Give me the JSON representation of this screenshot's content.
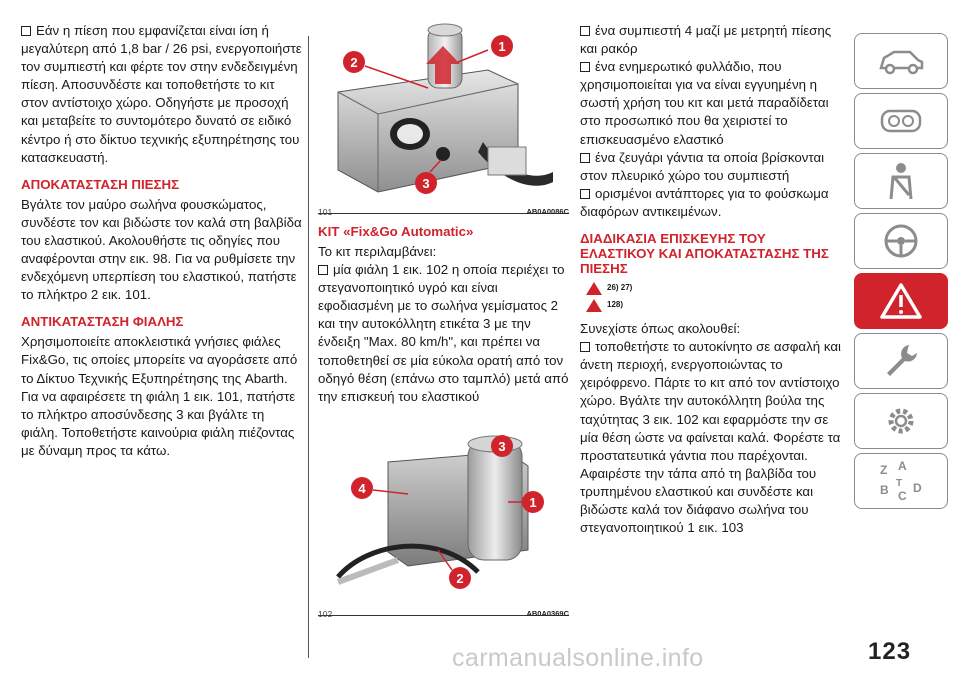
{
  "col1": {
    "intro": "Εάν η πίεση που εμφανίζεται είναι ίση ή μεγαλύτερη από 1,8 bar / 26 psi, ενεργοποιήστε τον συμπιεστή και φέρτε τον στην ενδεδειγμένη πίεση. Αποσυνδέστε και τοποθετήστε το κιτ στον αντίστοιχο χώρο. Οδηγήστε με προσοχή και μεταβείτε το συντομότερο δυνατό σε ειδικό κέντρο ή στο δίκτυο τεχνικής εξυπηρέτησης του κατασκευαστή.",
    "heading_pressure": "ΑΠΟΚΑΤΑΣΤΑΣΗ ΠΙΕΣΗΣ",
    "pressure_text": "Βγάλτε τον μαύρο σωλήνα φουσκώματος, συνδέστε τον και βιδώστε τον καλά στη βαλβίδα του ελαστικού. Ακολουθήστε τις οδηγίες που αναφέρονται στην εικ. 98. Για να ρυθμίσετε την ενδεχόμενη υπερπίεση του ελαστικού, πατήστε το πλήκτρο 2 εικ. 101.",
    "heading_cartridge": "ΑΝΤΙΚΑΤΑΣΤΑΣΗ ΦΙΑΛΗΣ",
    "cartridge_text": "Χρησιμοποιείτε αποκλειστικά γνήσιες φιάλες Fix&Go, τις οποίες μπορείτε να αγοράσετε από το Δίκτυο Τεχνικής Εξυπηρέτησης της Abarth. Για να αφαιρέσετε τη φιάλη 1 εικ. 101, πατήστε το πλήκτρο αποσύνδεσης 3 και βγάλτε τη φιάλη. Τοποθετήστε καινούρια φιάλη πιέζοντας με δύναμη προς τα κάτω."
  },
  "col2": {
    "fig1": {
      "number": "101",
      "code": "AB0A0086C",
      "callouts": [
        "1",
        "2",
        "3"
      ]
    },
    "heading_kit": "ΚΙΤ «Fix&Go Automatic»",
    "kit_intro": "Το κιτ περιλαμβάνει:",
    "kit_item1": "μία φιάλη 1 εικ. 102 η οποία περιέχει το στεγανοποιητικό υγρό και είναι εφοδιασμένη με το σωλήνα γεμίσματος 2 και την αυτοκόλλητη ετικέτα 3 με την ένδειξη \"Max. 80 km/h\", και πρέπει να τοποθετηθεί σε μία εύκολα ορατή από τον οδηγό θέση (επάνω στο ταμπλό) μετά από την επισκευή του ελαστικού",
    "fig2": {
      "number": "102",
      "code": "AB0A0369C",
      "callouts": [
        "1",
        "2",
        "3",
        "4"
      ]
    }
  },
  "col3": {
    "item2": "ένα συμπιεστή 4 μαζί με μετρητή πίεσης και ρακόρ",
    "item3": "ένα ενημερωτικό φυλλάδιο, που χρησιμοποιείται για να είναι εγγυημένη η σωστή χρήση του κιτ και μετά παραδίδεται στο προσωπικό που θα χειριστεί το επισκευασμένο ελαστικό",
    "item4": "ένα ζευγάρι γάντια τα οποία βρίσκονται στον πλευρικό χώρο του συμπιεστή",
    "item5": "ορισμένοι αντάπτορες για το φούσκωμα διαφόρων αντικειμένων.",
    "heading_procedure": "ΔΙΑΔΙΚΑΣΙΑ ΕΠΙΣΚΕΥΗΣ ΤΟΥ ΕΛΑΣΤΙΚΟΥ ΚΑΙ ΑΠΟΚΑΤΑΣΤΑΣΗΣ ΤΗΣ ΠΙΕΣΗΣ",
    "warning1": "26) 27)",
    "warning2": "128)",
    "proc_intro": "Συνεχίστε όπως ακολουθεί:",
    "proc_item": "τοποθετήστε το αυτοκίνητο σε ασφαλή και άνετη περιοχή, ενεργοποιώντας το χειρόφρενο. Πάρτε το κιτ από τον αντίστοιχο χώρο. Βγάλτε την αυτοκόλλητη βούλα της ταχύτητας 3 εικ. 102 και εφαρμόστε την σε μία θέση ώστε να φαίνεται καλά. Φορέστε τα προστατευτικά γάντια που παρέχονται. Αφαιρέστε την τάπα από τη βαλβίδα του τρυπημένου ελαστικού και συνδέστε και βιδώστε καλά τον διάφανο σωλήνα του στεγανοποιητικού 1 εικ. 103"
  },
  "page_number": "123",
  "watermark": "carmanualsonline.info",
  "colors": {
    "accent": "#d0232c",
    "tab_border": "#8c8c8c",
    "text": "#1a1a1a"
  },
  "sidebar_icons": [
    "car-icon",
    "dashboard-icon",
    "seatbelt-icon",
    "steering-wheel-icon",
    "warning-triangle-icon",
    "wrench-icon",
    "gear-icon",
    "index-letters-icon"
  ]
}
